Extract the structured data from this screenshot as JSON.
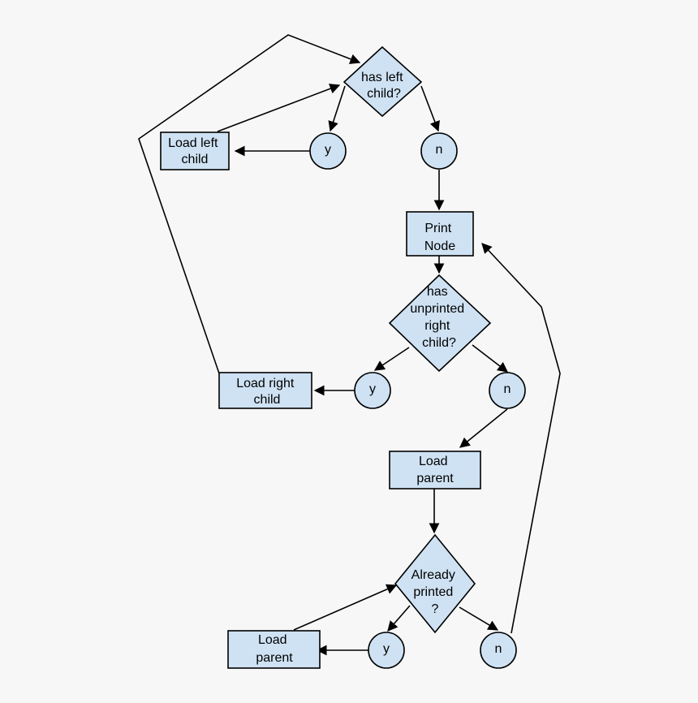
{
  "diagram": {
    "nodes": {
      "has_left_child": {
        "lines": [
          "has left",
          "child?"
        ]
      },
      "y_left": {
        "lines": [
          "y"
        ]
      },
      "n_left": {
        "lines": [
          "n"
        ]
      },
      "load_left_child": {
        "lines": [
          "Load left",
          "child"
        ]
      },
      "print_node": {
        "lines": [
          "Print",
          "Node"
        ]
      },
      "has_unprinted_right_child": {
        "lines": [
          "has",
          "unprinted",
          "right",
          "child?"
        ]
      },
      "y_right": {
        "lines": [
          "y"
        ]
      },
      "n_right": {
        "lines": [
          "n"
        ]
      },
      "load_right_child": {
        "lines": [
          "Load right",
          "child"
        ]
      },
      "load_parent_1": {
        "lines": [
          "Load",
          "parent"
        ]
      },
      "already_printed": {
        "lines": [
          "Already",
          "printed",
          "?"
        ]
      },
      "y_printed": {
        "lines": [
          "y"
        ]
      },
      "n_printed": {
        "lines": [
          "n"
        ]
      },
      "load_parent_2": {
        "lines": [
          "Load",
          "parent"
        ]
      }
    }
  }
}
